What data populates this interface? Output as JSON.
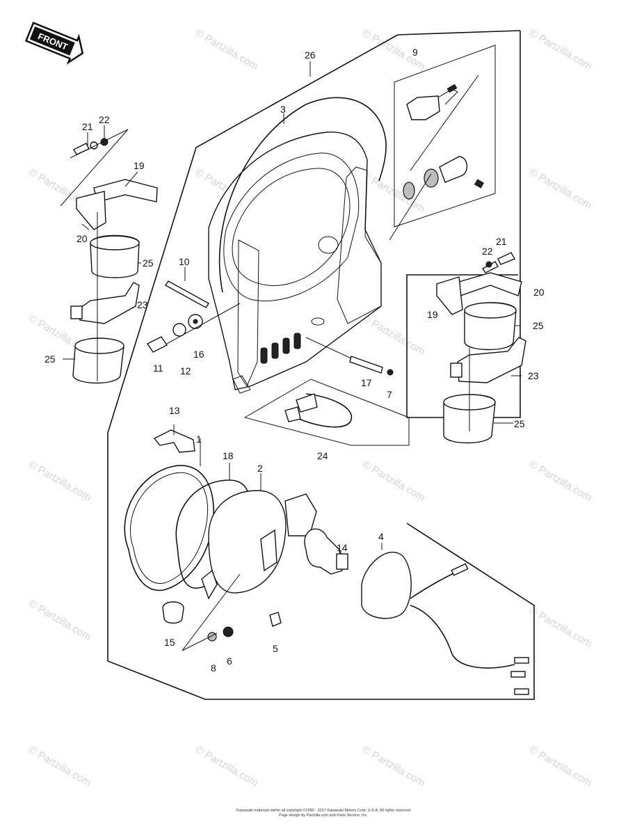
{
  "front_badge": "FRONT",
  "watermark": "© Partzilla.com",
  "footer": {
    "line1": "Kawasaki materials within all copyright ©1980 - 2017 Kawasaki Motors Corp. U.S.A. All rights reserved",
    "line2": "Page design by Partzilla.com and Parts Service, Inc."
  },
  "callouts": [
    {
      "id": "c26",
      "text": "26"
    },
    {
      "id": "c9",
      "text": "9"
    },
    {
      "id": "c3",
      "text": "3"
    },
    {
      "id": "c21a",
      "text": "21"
    },
    {
      "id": "c22a",
      "text": "22"
    },
    {
      "id": "c19a",
      "text": "19"
    },
    {
      "id": "c20a",
      "text": "20"
    },
    {
      "id": "c25a",
      "text": "25"
    },
    {
      "id": "c23a",
      "text": "23"
    },
    {
      "id": "c25b",
      "text": "25"
    },
    {
      "id": "c10",
      "text": "10"
    },
    {
      "id": "c11",
      "text": "11"
    },
    {
      "id": "c12",
      "text": "12"
    },
    {
      "id": "c16",
      "text": "16"
    },
    {
      "id": "c22b",
      "text": "22"
    },
    {
      "id": "c21b",
      "text": "21"
    },
    {
      "id": "c20b",
      "text": "20"
    },
    {
      "id": "c19b",
      "text": "19"
    },
    {
      "id": "c25c",
      "text": "25"
    },
    {
      "id": "c23b",
      "text": "23"
    },
    {
      "id": "c25d",
      "text": "25"
    },
    {
      "id": "c17",
      "text": "17"
    },
    {
      "id": "c7",
      "text": "7"
    },
    {
      "id": "c24",
      "text": "24"
    },
    {
      "id": "c13",
      "text": "13"
    },
    {
      "id": "c1",
      "text": "1"
    },
    {
      "id": "c18",
      "text": "18"
    },
    {
      "id": "c2",
      "text": "2"
    },
    {
      "id": "c4",
      "text": "4"
    },
    {
      "id": "c14",
      "text": "14"
    },
    {
      "id": "c15",
      "text": "15"
    },
    {
      "id": "c8",
      "text": "8"
    },
    {
      "id": "c6",
      "text": "6"
    },
    {
      "id": "c5",
      "text": "5"
    }
  ]
}
